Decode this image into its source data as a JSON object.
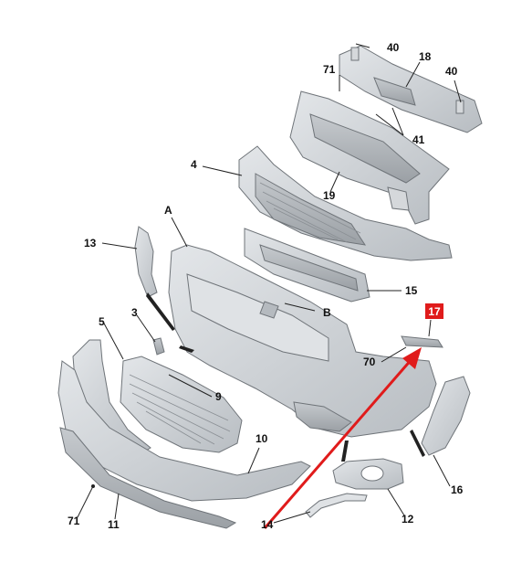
{
  "callouts": [
    {
      "id": "c40a",
      "text": "40"
    },
    {
      "id": "c18",
      "text": "18"
    },
    {
      "id": "c40b",
      "text": "40"
    },
    {
      "id": "c71a",
      "text": "71"
    },
    {
      "id": "c41",
      "text": "41"
    },
    {
      "id": "c4",
      "text": "4"
    },
    {
      "id": "c19",
      "text": "19"
    },
    {
      "id": "cA",
      "text": "A"
    },
    {
      "id": "c13",
      "text": "13"
    },
    {
      "id": "c15",
      "text": "15"
    },
    {
      "id": "c17",
      "text": "17"
    },
    {
      "id": "cB",
      "text": "B"
    },
    {
      "id": "c3",
      "text": "3"
    },
    {
      "id": "c5",
      "text": "5"
    },
    {
      "id": "c70",
      "text": "70"
    },
    {
      "id": "c9",
      "text": "9"
    },
    {
      "id": "c10",
      "text": "10"
    },
    {
      "id": "c16",
      "text": "16"
    },
    {
      "id": "c12",
      "text": "12"
    },
    {
      "id": "c71b",
      "text": "71"
    },
    {
      "id": "c11",
      "text": "11"
    },
    {
      "id": "c14",
      "text": "14"
    }
  ],
  "highlight": {
    "text": "17",
    "color": "#e01b1b"
  },
  "colors": {
    "part_fill": "#cfd3d7",
    "part_dark": "#a9aeb3",
    "part_stroke": "#6f7479",
    "accent_red": "#e01b1b"
  }
}
